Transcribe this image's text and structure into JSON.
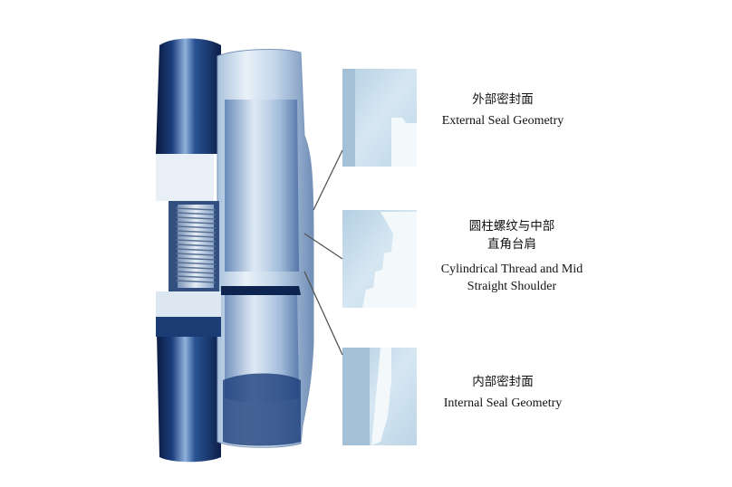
{
  "labels": {
    "external_seal": {
      "zh": "外部密封面",
      "en": "External Seal Geometry"
    },
    "cylindrical_thread": {
      "zh_line1": "圆柱螺纹与中部",
      "zh_line2": "直角台肩",
      "en_line1": "Cylindrical Thread and Mid",
      "en_line2": "Straight Shoulder"
    },
    "internal_seal": {
      "zh": "内部密封面",
      "en": "Internal Seal Geometry"
    }
  },
  "colors": {
    "pipe_dark": "#0e2456",
    "pipe_mid": "#2c5a9c",
    "coupling_light": "#dbe8f2",
    "detail_bg": "#c5dcea",
    "leader_line": "#555555"
  }
}
